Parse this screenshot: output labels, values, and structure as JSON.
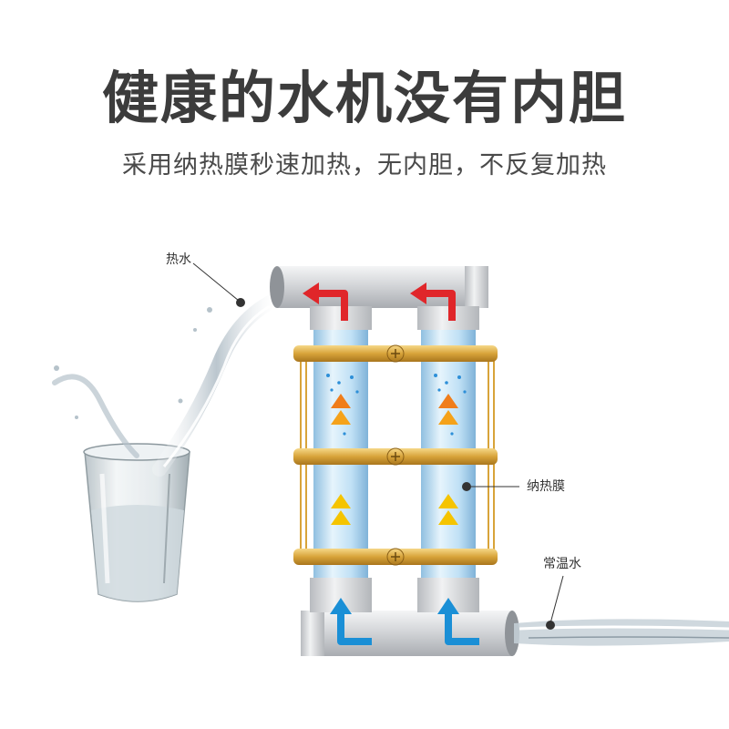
{
  "header": {
    "title": "健康的水机没有内胆",
    "subtitle": "采用纳热膜秒速加热，无内胆，不反复加热"
  },
  "labels": {
    "hot_water": "热水",
    "film": "纳热膜",
    "room_temp_water": "常温水"
  },
  "colors": {
    "hot_arrow": "#e0262a",
    "cold_arrow": "#1a8fd6",
    "heat_arrow": "#f07d1a",
    "warm_arrow": "#f5c400",
    "gold_clamp": "#d8a43a",
    "pipe": "#cfd1d4",
    "tube_water": "#bfe3f8"
  }
}
